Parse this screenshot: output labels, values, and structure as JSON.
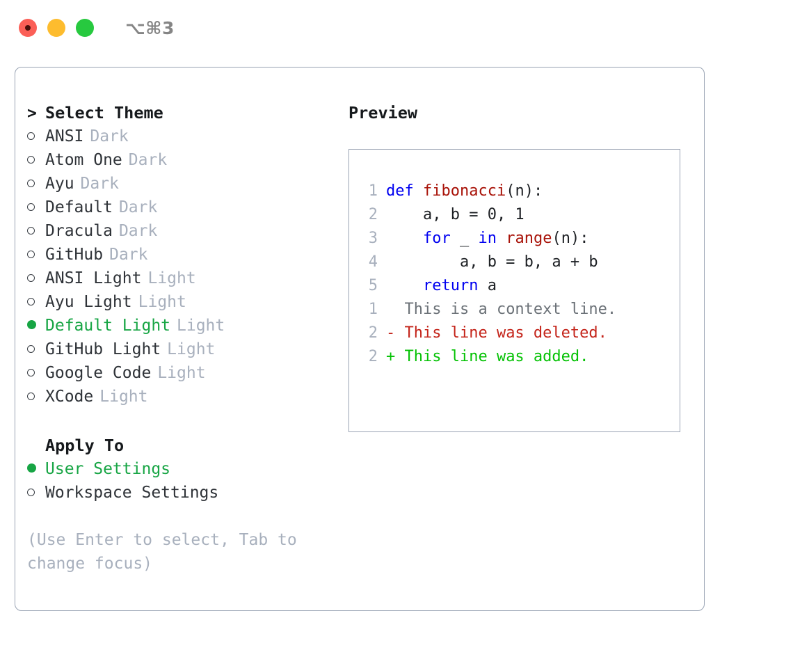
{
  "window": {
    "traffic_lights": [
      "close",
      "minimize",
      "zoom"
    ],
    "shortcut_label": "⌥⌘3"
  },
  "colors": {
    "panel_border": "#99a3b3",
    "accent_green": "#17a544",
    "muted": "#a8b0bd",
    "text": "#2f3338",
    "keyword_blue": "#0000f0",
    "function_red": "#a81208",
    "diff_add_green": "#05c205",
    "diff_del_red": "#c4241a"
  },
  "theme_list": {
    "header": "Select Theme",
    "caret": ">",
    "items": [
      {
        "marker": "unselected",
        "name": "ANSI",
        "tag": "Dark",
        "selected": false
      },
      {
        "marker": "unselected",
        "name": "Atom One",
        "tag": "Dark",
        "selected": false
      },
      {
        "marker": "unselected",
        "name": "Ayu",
        "tag": "Dark",
        "selected": false
      },
      {
        "marker": "unselected",
        "name": "Default",
        "tag": "Dark",
        "selected": false
      },
      {
        "marker": "unselected",
        "name": "Dracula",
        "tag": "Dark",
        "selected": false
      },
      {
        "marker": "unselected",
        "name": "GitHub",
        "tag": "Dark",
        "selected": false
      },
      {
        "marker": "unselected",
        "name": "ANSI Light",
        "tag": "Light",
        "selected": false
      },
      {
        "marker": "unselected",
        "name": "Ayu Light",
        "tag": "Light",
        "selected": false
      },
      {
        "marker": "selected",
        "name": "Default Light",
        "tag": "Light",
        "selected": true
      },
      {
        "marker": "unselected",
        "name": "GitHub Light",
        "tag": "Light",
        "selected": false
      },
      {
        "marker": "unselected",
        "name": "Google Code",
        "tag": "Light",
        "selected": false
      },
      {
        "marker": "unselected",
        "name": "XCode",
        "tag": "Light",
        "selected": false
      }
    ]
  },
  "apply_to": {
    "header": "Apply To",
    "items": [
      {
        "marker": "selected",
        "name": "User Settings",
        "selected": true
      },
      {
        "marker": "unselected",
        "name": "Workspace Settings",
        "selected": false
      }
    ]
  },
  "hint": {
    "line1": "(Use Enter to select, Tab to",
    "line2": "change focus)"
  },
  "preview": {
    "header": "Preview",
    "code_lines": [
      {
        "no": "1",
        "tokens": [
          {
            "t": "def ",
            "c": "kw"
          },
          {
            "t": "fibonacci",
            "c": "fn"
          },
          {
            "t": "(n):",
            "c": "plain"
          }
        ]
      },
      {
        "no": "2",
        "tokens": [
          {
            "t": "    a, b = 0, 1",
            "c": "plain"
          }
        ]
      },
      {
        "no": "3",
        "tokens": [
          {
            "t": "    ",
            "c": "plain"
          },
          {
            "t": "for",
            "c": "kw"
          },
          {
            "t": " _ ",
            "c": "plain"
          },
          {
            "t": "in",
            "c": "kw"
          },
          {
            "t": " ",
            "c": "plain"
          },
          {
            "t": "range",
            "c": "fn"
          },
          {
            "t": "(n):",
            "c": "plain"
          }
        ]
      },
      {
        "no": "4",
        "tokens": [
          {
            "t": "        a, b = b, a + b",
            "c": "plain"
          }
        ]
      },
      {
        "no": "5",
        "tokens": [
          {
            "t": "    ",
            "c": "plain"
          },
          {
            "t": "return",
            "c": "kw"
          },
          {
            "t": " a",
            "c": "plain"
          }
        ]
      }
    ],
    "diff_lines": [
      {
        "no": "1",
        "sign": " ",
        "text": " This is a context line.",
        "kind": "ctx"
      },
      {
        "no": "2",
        "sign": "-",
        "text": " This line was deleted.",
        "kind": "del"
      },
      {
        "no": "2",
        "sign": "+",
        "text": " This line was added.",
        "kind": "add"
      }
    ]
  }
}
